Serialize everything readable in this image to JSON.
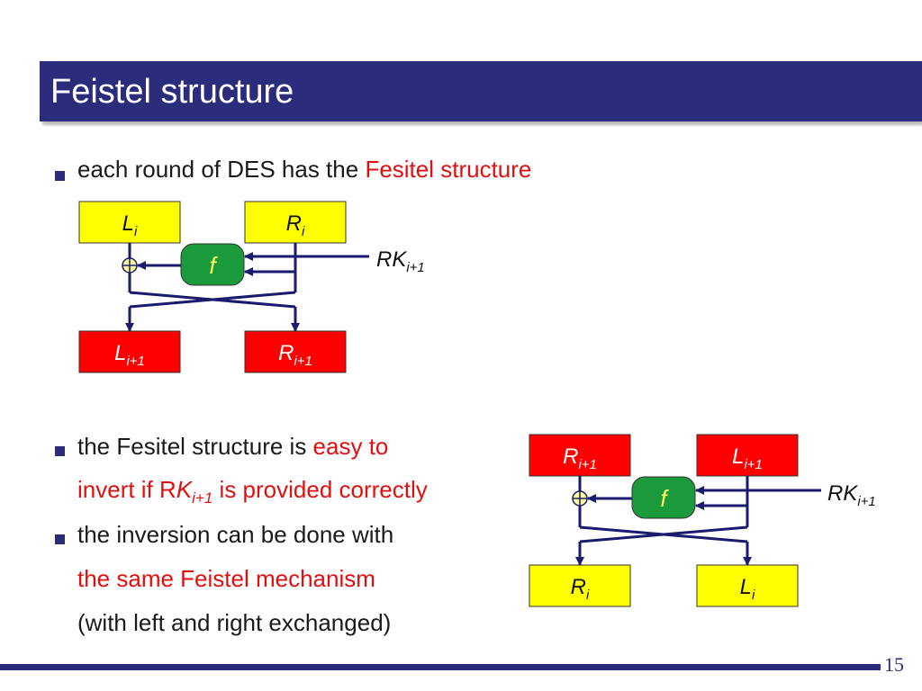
{
  "title": "Feistel structure",
  "bullets": {
    "b1_prefix": "each round of DES has the ",
    "b1_red": "Fesitel structure",
    "b2_line1_prefix": "the Fesitel structure is ",
    "b2_line1_red": "easy to",
    "b2_line2_red_prefix": "invert if R",
    "b2_line2_K": "K",
    "b2_line2_sub": "i+1",
    "b2_line2_red_suffix": " is provided correctly",
    "b3_line1": "the inversion can be done with",
    "b3_line2_red": "the same Feistel mechanism",
    "b3_line3": "(with left and right exchanged)"
  },
  "diagram1": {
    "top_left": {
      "main": "L",
      "sub": "i"
    },
    "top_right": {
      "main": "R",
      "sub": "i"
    },
    "bottom_left": {
      "main": "L",
      "sub": "i+1"
    },
    "bottom_right": {
      "main": "R",
      "sub": "i+1"
    },
    "function": "f",
    "key": {
      "main": "RK",
      "sub": "i+1"
    }
  },
  "diagram2": {
    "top_left": {
      "main": "R",
      "sub": "i+1"
    },
    "top_right": {
      "main": "L",
      "sub": "i+1"
    },
    "bottom_left": {
      "main": "R",
      "sub": "i"
    },
    "bottom_right": {
      "main": "L",
      "sub": "i"
    },
    "function": "f",
    "key": {
      "main": "RK",
      "sub": "i+1"
    }
  },
  "colors": {
    "title_bar": "#2b2c7c",
    "box_yellow": "#ffff00",
    "box_red": "#ff0000",
    "function_green": "#1a9a3a",
    "line_navy": "#1a1a6e",
    "highlight_red": "#e01010"
  },
  "page_number": "15"
}
